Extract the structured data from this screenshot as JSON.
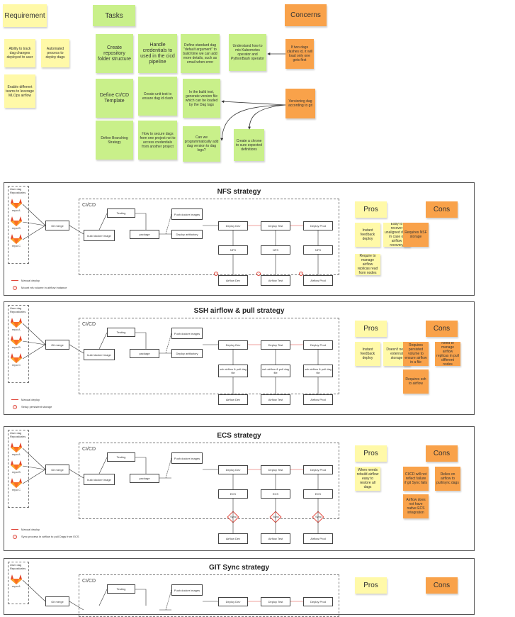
{
  "top": {
    "requirement": "Requirement",
    "tasks": "Tasks",
    "concerns": "Concerns",
    "req_items": [
      "Ability to track dag changes deployed to user",
      "Automated process to deploy dags",
      "Enable different teams to leverage MLOps airflow"
    ],
    "task_items": [
      "Create repository folder structure",
      "Handle credentials to used in the cicd pipeline",
      "Define standard dag \"default argument\" to build time we can add more details, such as email when error",
      "Understand how to mix Kubernetes operator and PythonBash operator",
      "Define CI/CD Template",
      "Create unit test to ensure dag id clash",
      "In the build test, generate version file which can be loaded by the Dag tags",
      "Define Branching Strategy",
      "How to secure dags from one project not to access credentials from another project",
      "Can we programmatically add dag version to dag logs?",
      "Create a chrone to sure expected definitions"
    ],
    "concern_items": [
      "If two dags clashes id, it will load only one gets first",
      "Versioning dag according to git"
    ]
  },
  "sections": [
    {
      "title": "NFS strategy",
      "repo_label": "User dag Repositories",
      "repos": [
        "repo A",
        "repo B",
        "repo C"
      ],
      "cicd": "CI/CD",
      "git_merge": "Git merge",
      "build": "build docker image",
      "testing": "Testing",
      "package": "package",
      "push": "Push docker images",
      "deploy": "Deploy artifactory",
      "envs": [
        "Deploy Dev",
        "Deploy Test",
        "Deploy Prod"
      ],
      "mids": [
        "NFS",
        "NFS",
        "NFS"
      ],
      "airflows": [
        "Airflow Dev",
        "Airflow Test",
        "Airflow Prod"
      ],
      "legend1": "Manual deploy",
      "legend2": "Mount nfs volume in airflow instance",
      "pros": "Pros",
      "cons": "Cons",
      "pros_items": [
        "Instant feedback deploy",
        "Easy to recover unaligned dags in case of airflow recovery",
        "Require to manage airflow replicas read from nodes"
      ],
      "cons_items": [
        "Requires NSF storage"
      ]
    },
    {
      "title": "SSH airflow & pull strategy",
      "repo_label": "User dag Repositories",
      "repos": [
        "repo A",
        "repo B",
        "repo C"
      ],
      "cicd": "CI/CD",
      "git_merge": "Git merge",
      "build": "build docker image",
      "testing": "Testing",
      "package": "package",
      "push": "Push docker images",
      "deploy": "Deploy artifactory",
      "envs": [
        "Deploy Dev",
        "Deploy Test",
        "Deploy Prod"
      ],
      "mids": [
        "ssh airflow & pull dag file",
        "ssh airflow & pull dag file",
        "ssh airflow & pull dag file"
      ],
      "airflows": [
        "Airflow Dev",
        "Airflow Test",
        "Airflow Prod"
      ],
      "legend1": "Manual deploy",
      "legend2": "Setup persistent storage",
      "pros": "Pros",
      "cons": "Cons",
      "pros_items": [
        "Instant feedback deploy",
        "Doesn't need external storage"
      ],
      "cons_items": [
        "Requires persisted volume to ensure airflow in a file",
        "Requires ssh to airflow",
        "Need to manage airflow replicas in pull different nodes"
      ]
    },
    {
      "title": "ECS strategy",
      "repo_label": "User dag Repositories",
      "repos": [
        "repo A",
        "repo B",
        "repo C"
      ],
      "cicd": "CI/CD",
      "git_merge": "Git merge",
      "build": "build docker image",
      "testing": "Testing",
      "package": "package",
      "push": "Push docker images",
      "deploy": "",
      "envs": [
        "Deploy Dev",
        "Deploy Test",
        "Deploy Prod"
      ],
      "mids": [
        "ECS",
        "ECS",
        "ECS"
      ],
      "diamonds": [
        "Sync",
        "Sync",
        "Sync"
      ],
      "airflows": [
        "Airflow Dev",
        "Airflow Test",
        "Airflow Prod"
      ],
      "legend1": "Manual deploy",
      "legend2": "Sync process in airflow to pull Dags from ECS",
      "pros": "Pros",
      "cons": "Cons",
      "pros_items": [
        "When needs rebuild airflow easy to restore all dags"
      ],
      "cons_items": [
        "CI/CD will not reflect failure if git Sync fails",
        "Airflow does not have native ECS integration",
        "Relies on airflow to pull/sync dags"
      ]
    },
    {
      "title": "GIT Sync strategy",
      "repo_label": "User dag Repositories",
      "repos": [
        "repo A"
      ],
      "cicd": "CI/CD",
      "git_merge": "Git merge",
      "testing": "Testing",
      "push": "Push docker images",
      "envs": [
        "Deploy Dev",
        "Deploy Test",
        "Deploy Prod"
      ],
      "pros": "Pros",
      "cons": "Cons"
    }
  ]
}
